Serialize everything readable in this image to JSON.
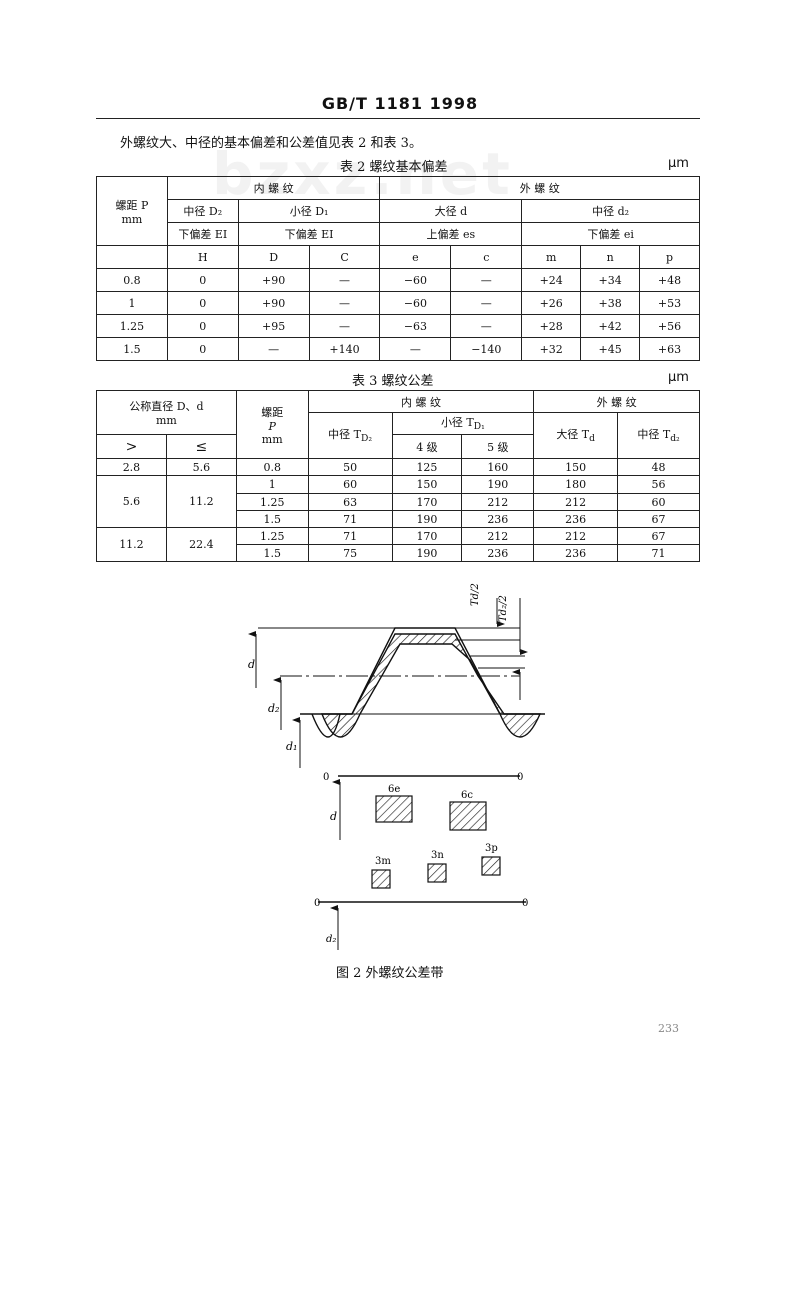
{
  "header": "GB/T 1181 1998",
  "intro": "外螺纹大、中径的基本偏差和公差值见表 2 和表 3。",
  "watermark": "bzxz.net",
  "table2": {
    "caption": "表 2   螺纹基本偏差",
    "unit": "μm",
    "pitch_label": "螺距 P",
    "pitch_unit": "mm",
    "internal": "内    螺    纹",
    "external": "外    螺    纹",
    "D2": "中径 D₂",
    "D1": "小径 D₁",
    "d": "大径 d",
    "d2": "中径 d₂",
    "EI_1": "下偏差 EI",
    "EI_2": "下偏差 EI",
    "es": "上偏差 es",
    "ei": "下偏差 ei",
    "cols": [
      "H",
      "D",
      "C",
      "e",
      "c",
      "m",
      "n",
      "p"
    ],
    "rows": [
      [
        "0.8",
        "0",
        "+90",
        "—",
        "−60",
        "—",
        "+24",
        "+34",
        "+48"
      ],
      [
        "1",
        "0",
        "+90",
        "—",
        "−60",
        "—",
        "+26",
        "+38",
        "+53"
      ],
      [
        "1.25",
        "0",
        "+95",
        "—",
        "−63",
        "—",
        "+28",
        "+42",
        "+56"
      ],
      [
        "1.5",
        "0",
        "—",
        "+140",
        "—",
        "−140",
        "+32",
        "+45",
        "+63"
      ]
    ]
  },
  "table3": {
    "caption": "表 3   螺纹公差",
    "unit": "μm",
    "nominal": "公称直径 D、d",
    "nominal_unit": "mm",
    "gt": ">",
    "le": "≤",
    "pitch_label": "螺距",
    "pitch_sym": "P",
    "pitch_unit": "mm",
    "internal": "内 螺 纹",
    "external": "外 螺 纹",
    "TD2": "中径 T",
    "TD2_sub": "D₂",
    "TD1": "小径 T",
    "TD1_sub": "D₁",
    "grade4": "4 级",
    "grade5": "5 级",
    "Td": "大径 T",
    "Td_sub": "d",
    "Td2": "中径 T",
    "Td2_sub": "d₂",
    "g1": {
      "gt": "2.8",
      "le": "5.6"
    },
    "g2": {
      "gt": "5.6",
      "le": "11.2"
    },
    "g3": {
      "gt": "11.2",
      "le": "22.4"
    },
    "rows": [
      [
        "0.8",
        "50",
        "125",
        "160",
        "150",
        "48"
      ],
      [
        "1",
        "60",
        "150",
        "190",
        "180",
        "56"
      ],
      [
        "1.25",
        "63",
        "170",
        "212",
        "212",
        "60"
      ],
      [
        "1.5",
        "71",
        "190",
        "236",
        "236",
        "67"
      ],
      [
        "1.25",
        "71",
        "170",
        "212",
        "212",
        "67"
      ],
      [
        "1.5",
        "75",
        "190",
        "236",
        "236",
        "71"
      ]
    ]
  },
  "figure": {
    "label_d": "d",
    "label_d2": "d₂",
    "label_d1": "d₁",
    "label_Td": "Td/2",
    "label_Td2": "Td₂/2",
    "zero": "0",
    "zone_6e": "6e",
    "zone_6c": "6c",
    "zone_3m": "3m",
    "zone_3n": "3n",
    "zone_3p": "3p",
    "caption": "图 2   外螺纹公差带"
  },
  "page_number": "233"
}
